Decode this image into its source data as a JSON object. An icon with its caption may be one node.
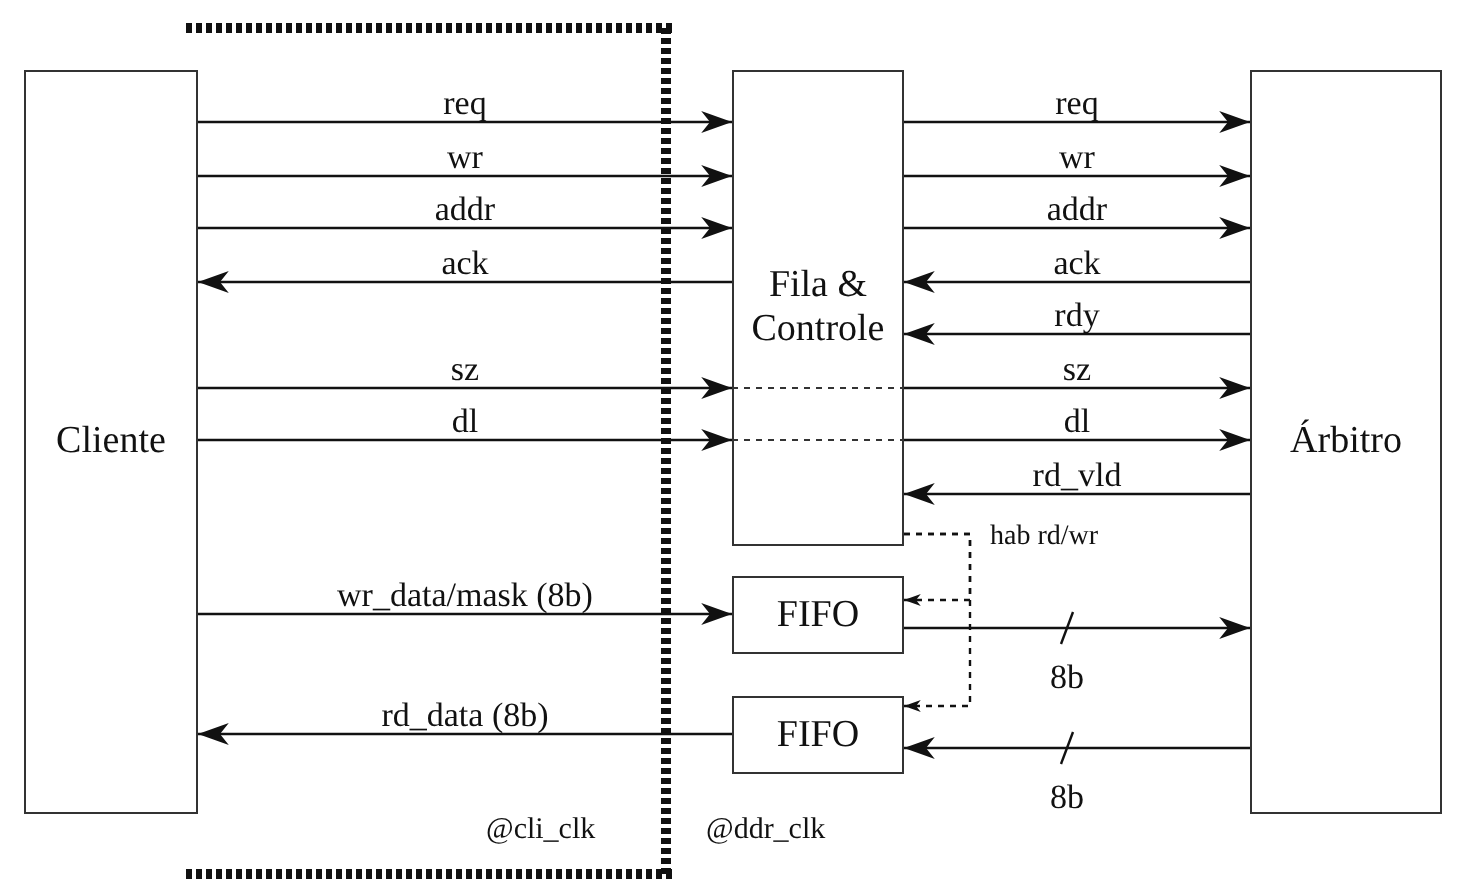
{
  "diagram": {
    "nodes": [
      {
        "text": [
          "Cliente"
        ]
      },
      {
        "text": [
          "Fila & Controle"
        ]
      },
      {
        "text": [
          "Árbitro"
        ]
      },
      {
        "text": [
          "FIFO"
        ]
      },
      {
        "text": [
          "FIFO"
        ]
      }
    ],
    "edges": [
      {
        "from": 0,
        "to": 1,
        "arrow": "to",
        "label": "req"
      },
      {
        "from": 0,
        "to": 1,
        "arrow": "to",
        "label": "wr"
      },
      {
        "from": 0,
        "to": 1,
        "arrow": "to",
        "label": "addr"
      },
      {
        "from": 1,
        "to": 0,
        "arrow": "to",
        "label": "ack"
      },
      {
        "from": 0,
        "to": 1,
        "arrow": "to",
        "label": "sz"
      },
      {
        "from": 0,
        "to": 1,
        "arrow": "to",
        "label": "dl"
      },
      {
        "from": 0,
        "to": 3,
        "arrow": "to",
        "label": "wr_data/mask (8b)"
      },
      {
        "from": 4,
        "to": 0,
        "arrow": "to",
        "label": "rd_data (8b)"
      },
      {
        "from": 1,
        "to": 2,
        "arrow": "to",
        "label": "req"
      },
      {
        "from": 1,
        "to": 2,
        "arrow": "to",
        "label": "wr"
      },
      {
        "from": 1,
        "to": 2,
        "arrow": "to",
        "label": "addr"
      },
      {
        "from": 2,
        "to": 1,
        "arrow": "to",
        "label": "ack"
      },
      {
        "from": 2,
        "to": 1,
        "arrow": "to",
        "label": "rdy"
      },
      {
        "from": 1,
        "to": 2,
        "arrow": "to",
        "label": "sz"
      },
      {
        "from": 1,
        "to": 2,
        "arrow": "to",
        "label": "dl"
      },
      {
        "from": 2,
        "to": 1,
        "arrow": "to",
        "label": "rd_vld"
      },
      {
        "from": 1,
        "to": 3,
        "arrow": "to",
        "label": "hab rd/wr",
        "style": "dashed"
      },
      {
        "from": 1,
        "to": 4,
        "arrow": "to",
        "style": "dashed"
      },
      {
        "from": 3,
        "to": 2,
        "arrow": "to",
        "label": "8b"
      },
      {
        "from": 2,
        "to": 4,
        "arrow": "to",
        "label": "8b"
      }
    ],
    "labels": [
      "@cli_clk",
      "@ddr_clk"
    ]
  }
}
